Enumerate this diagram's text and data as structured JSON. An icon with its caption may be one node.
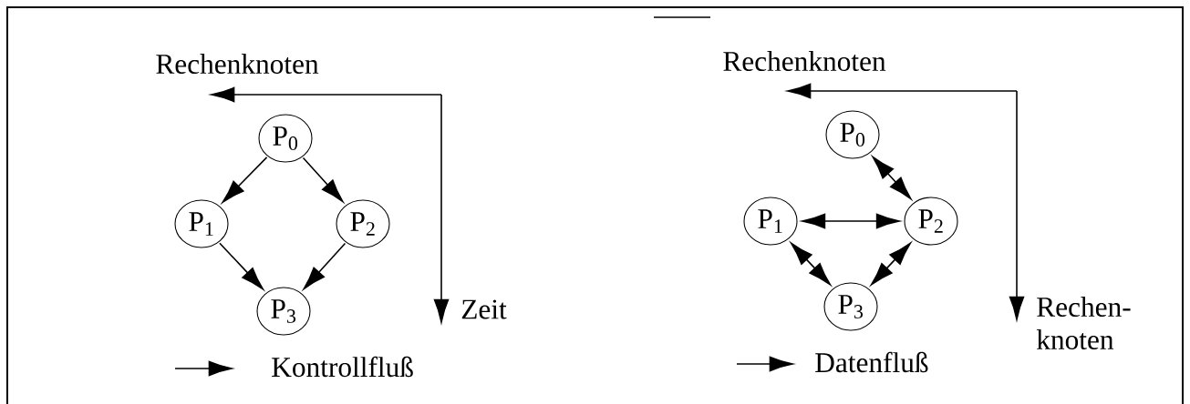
{
  "diagram": {
    "nodes": [
      {
        "text": [
          "P$_{0}$"
        ]
      },
      {
        "text": [
          "P$_{1}$"
        ]
      },
      {
        "text": [
          "P$_{2}$"
        ]
      },
      {
        "text": [
          "P$_{3}$"
        ]
      },
      {
        "text": [
          "P$_{0}$"
        ]
      },
      {
        "text": [
          "P$_{1}$"
        ]
      },
      {
        "text": [
          "P$_{2}$"
        ]
      },
      {
        "text": [
          "P$_{3}$"
        ]
      }
    ],
    "edges": [
      {
        "from": 0,
        "to": 1,
        "arrow": "to"
      },
      {
        "from": 0,
        "to": 2,
        "arrow": "to"
      },
      {
        "from": 1,
        "to": 3,
        "arrow": "to"
      },
      {
        "from": 2,
        "to": 3,
        "arrow": "to"
      },
      {
        "from": 4,
        "to": 6,
        "arrow": "both"
      },
      {
        "from": 5,
        "to": 6,
        "arrow": "both"
      },
      {
        "from": 5,
        "to": 7,
        "arrow": "both"
      },
      {
        "from": 6,
        "to": 7,
        "arrow": "both"
      }
    ],
    "labels": [
      "Rechenknoten",
      "Rechenknoten",
      "Zeit",
      "Rechen- knoten"
    ],
    "legend": [
      {
        "text": "Kontrollfluß"
      },
      {
        "text": "Datenfluß"
      }
    ]
  }
}
